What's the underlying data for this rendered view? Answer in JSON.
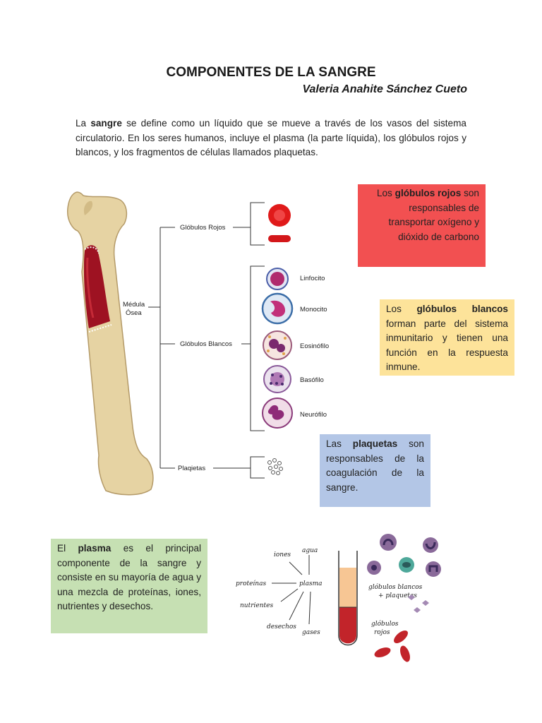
{
  "header": {
    "title": "COMPONENTES DE LA SANGRE",
    "author": "Valeria Anahite Sánchez Cueto"
  },
  "intro": {
    "prefix": "La ",
    "bold": "sangre",
    "rest": " se define como un líquido que se mueve a través de los vasos del sistema circulatorio. En los seres humanos, incluye el plasma (la parte líquida), los glóbulos rojos y blancos, y los fragmentos de células llamados plaquetas."
  },
  "boxes": {
    "rojos": {
      "prefix": "Los ",
      "bold": "glóbulos rojos",
      "rest": " son responsables de transportar oxígeno y dióxido de carbono",
      "color": "#f25051"
    },
    "blancos": {
      "prefix": "Los ",
      "bold": "glóbulos blancos",
      "rest": " forman parte del sistema inmunitario y tienen una función en la respuesta inmune.",
      "color": "#fde39a"
    },
    "plaquetas": {
      "prefix": "Las ",
      "bold": "plaquetas",
      "rest": " son responsables de la coagulación de la sangre.",
      "color": "#b3c6e6"
    },
    "plasma": {
      "prefix": "El ",
      "bold": "plasma",
      "rest": " es el principal componente de la sangre y consiste en su mayoría de agua y una mezcla de proteínas, iones, nutrientes y desechos.",
      "color": "#c6e0b3"
    }
  },
  "bone_diagram": {
    "medula": [
      "Médula",
      "Ósea"
    ],
    "rojos": "Glóbulos Rojos",
    "blancos": "Glóbulos Blancos",
    "plaquetas": "Plaqietas",
    "cells": [
      "Linfocito",
      "Monocito",
      "Eosinófilo",
      "Basófilo",
      "Neurófilo"
    ]
  },
  "sketch": {
    "center": "plasma",
    "rays": [
      "agua",
      "iones",
      "proteínas",
      "nutrientes",
      "desechos",
      "gases"
    ],
    "blancos": [
      "glóbulos blancos",
      "+ plaquetas"
    ],
    "rojos": [
      "glóbulos",
      "rojos"
    ]
  }
}
